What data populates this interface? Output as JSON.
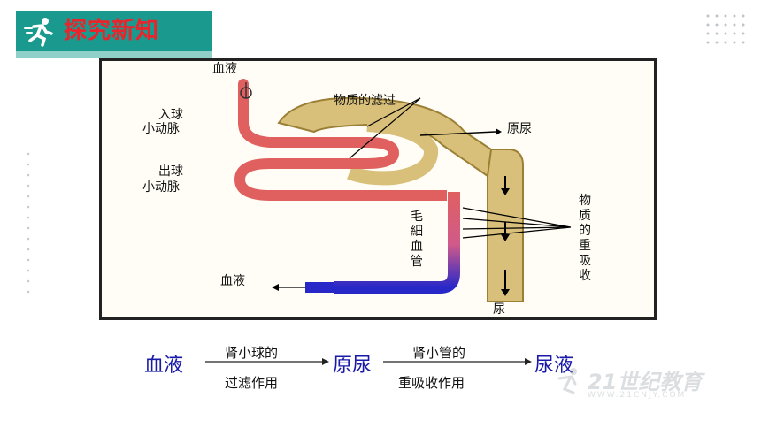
{
  "header": {
    "title": "探究新知"
  },
  "diagram": {
    "labels": {
      "blood_top": "血液",
      "afferent": "入球小动脉",
      "afferent_l1": "入球",
      "afferent_l2": "小动脉",
      "filtration": "物质的滤过",
      "primary_urine": "原尿",
      "efferent_l1": "出球",
      "efferent_l2": "小动脉",
      "capillary": "毛細血管",
      "reabsorption": "物质的重吸收",
      "blood_bottom": "血液",
      "urine": "尿"
    },
    "colors": {
      "artery": "#e06060",
      "vein": "#2020c0",
      "tubule": "#d9c07a",
      "tubule_edge": "#9a7f35"
    }
  },
  "equation": {
    "blood": "血液",
    "step1_top": "肾小球的",
    "step1_bottom": "过滤作用",
    "primary_urine": "原尿",
    "step2_top": "肾小管的",
    "step2_bottom": "重吸收作用",
    "urine": "尿液"
  },
  "watermark": {
    "text": "21世纪教育",
    "sub": "WWW.21CNJY.COM"
  }
}
